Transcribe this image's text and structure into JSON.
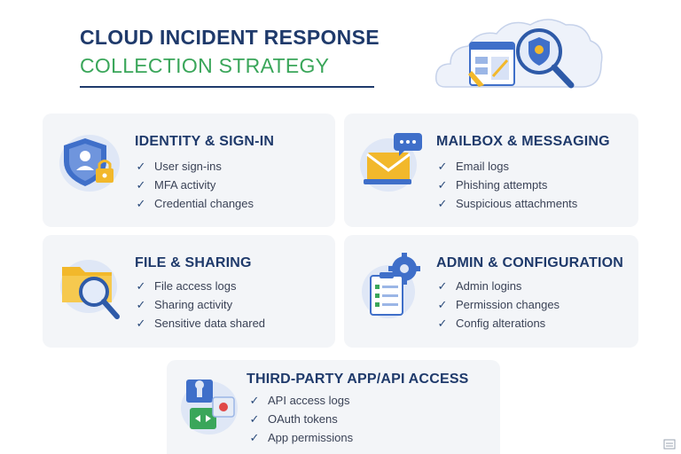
{
  "header": {
    "title_line1": "CLOUD INCIDENT RESPONSE",
    "title_line2": "COLLECTION STRATEGY"
  },
  "colors": {
    "navy": "#1f3a6b",
    "green": "#3aa65a",
    "card_bg": "#f3f5f8",
    "icon_blue": "#3f6fc9",
    "icon_yellow": "#f2b82b"
  },
  "hero": {
    "icon": "cloud-dashboard-magnifier-icon"
  },
  "cards": [
    {
      "title": "IDENTITY & SIGN-IN",
      "icon": "shield-user-lock-icon",
      "items": [
        "User sign-ins",
        "MFA activity",
        "Credential changes"
      ]
    },
    {
      "title": "MAILBOX & MESSAGING",
      "icon": "envelope-chat-icon",
      "items": [
        "Email logs",
        "Phishing attempts",
        "Suspicious attachments"
      ]
    },
    {
      "title": "FILE & SHARING",
      "icon": "folder-magnifier-icon",
      "items": [
        "File access logs",
        "Sharing activity",
        "Sensitive data shared"
      ]
    },
    {
      "title": "ADMIN & CONFIGURATION",
      "icon": "gear-clipboard-icon",
      "items": [
        "Admin logins",
        "Permission changes",
        "Config alterations"
      ]
    },
    {
      "title": "THIRD-PARTY APP/API ACCESS",
      "icon": "puzzle-api-icon",
      "items": [
        "API access logs",
        "OAuth tokens",
        "App permissions"
      ]
    }
  ]
}
